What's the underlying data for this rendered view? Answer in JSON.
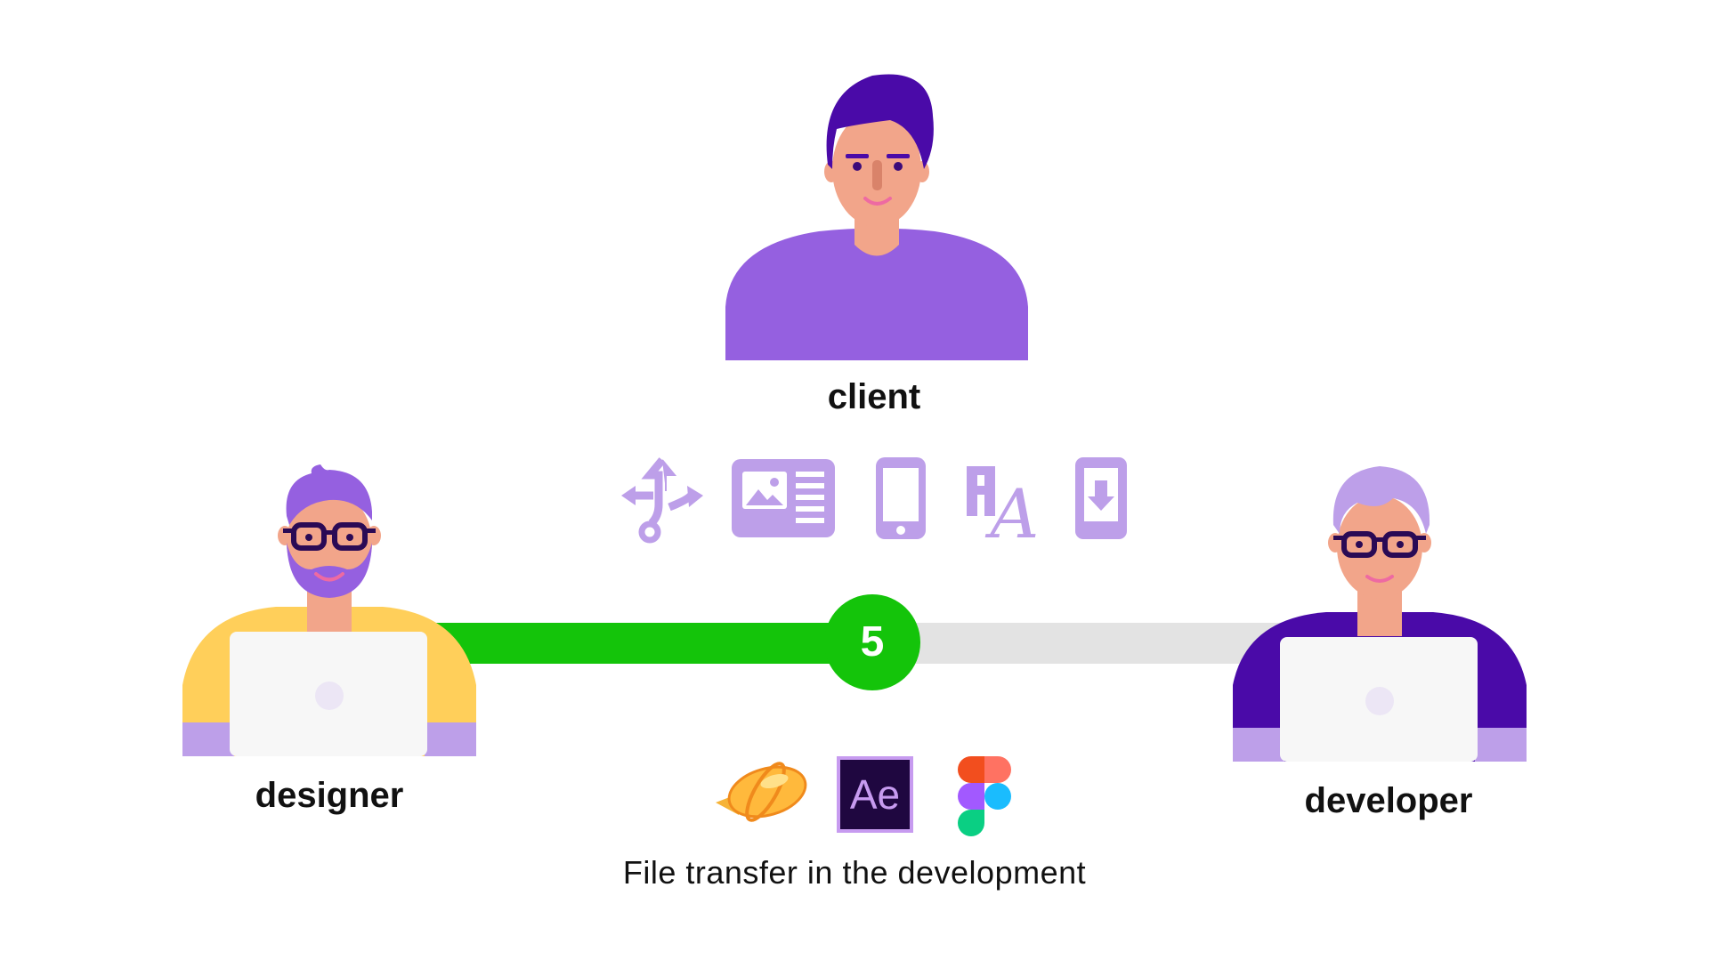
{
  "people": {
    "client": {
      "label": "client"
    },
    "designer": {
      "label": "designer"
    },
    "developer": {
      "label": "developer"
    }
  },
  "step": {
    "number": "5",
    "progress_percent": 52
  },
  "caption": "File transfer in the development",
  "tools": {
    "aftereffects_label": "Ae"
  },
  "colors": {
    "accent_purple": "#9560e0",
    "icon_lilac": "#bd9fe9",
    "dark_purple": "#4a0aa8",
    "progress_green": "#14c40a",
    "track_gray": "#e3e3e3",
    "skin": "#f2a58a",
    "designer_shirt": "#ffcf5a"
  },
  "icons": [
    "share-arrows-icon",
    "layout-icon",
    "mobile-phone-icon",
    "typography-icon",
    "download-icon",
    "zeplin-icon",
    "after-effects-icon",
    "figma-icon"
  ]
}
